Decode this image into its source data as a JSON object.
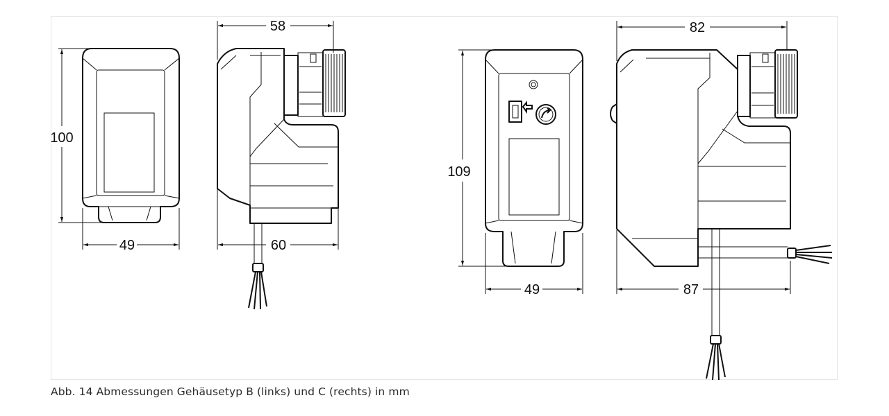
{
  "caption": "Abb. 14 Abmessungen Gehäusetyp B (links) und C (rechts) in mm",
  "dimensions": {
    "b_front_height": "100",
    "b_front_width": "49",
    "b_side_top": "58",
    "b_side_bottom": "60",
    "c_front_height": "109",
    "c_front_width": "49",
    "c_side_top": "82",
    "c_side_bottom": "87"
  }
}
